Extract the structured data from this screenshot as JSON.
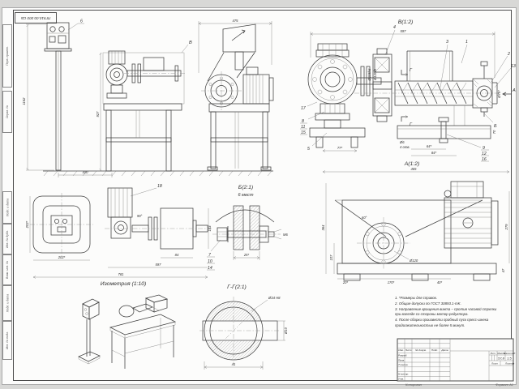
{
  "sheet": {
    "designation_stamp": "ПГ910.00.000 СБ",
    "margin_labels": [
      "Перв. примен.",
      "Справ. №",
      "Подп. и дата",
      "Инв. № дубл.",
      "Взам. инв. №",
      "Подп. и дата",
      "Инв. № подл."
    ],
    "copied_label": "Копировал",
    "format_label": "Формат",
    "format_value": "А1"
  },
  "views": {
    "panel_front": {
      "callout": "6",
      "dim_height": "1162",
      "dim_base": "420"
    },
    "machine_front": {
      "zone_label": "В",
      "dim_height": "927"
    },
    "machine_side": {
      "dim_width": "475"
    },
    "section_v": {
      "title": "В(1:2)",
      "dim_length": "597",
      "dim_shaft1": "Ø105h6",
      "dim_shaft2": "Ø120f9",
      "dim_nozzle": "Ø75*",
      "dim_beam": "70",
      "dim_left": "77*",
      "dim_mid1": "64*",
      "dim_mid2": "84*",
      "dim_holes": "Ø6",
      "dim_holes2": "4 отв.",
      "c1": "1",
      "c2": "2",
      "c3": "3",
      "c4": "4",
      "c5": "5",
      "c8": "8",
      "c9": "9",
      "c11": "11",
      "c12": "12",
      "c13": "13",
      "c15": "15",
      "c16": "16",
      "c17": "17",
      "mark_a": "А",
      "mark_b": "Б",
      "mark_g1": "Г",
      "mark_g2": "Г"
    },
    "view_a": {
      "title": "А(1:2)",
      "dim_length": "465",
      "dim_right": "279",
      "dim_left": "364",
      "dim_left2": "107",
      "dim_flange": "Ø120",
      "dim_angle": "60°",
      "dim_b1": "20*",
      "dim_b2": "170*",
      "dim_b3": "40*",
      "dim_foot": "47"
    },
    "top_view": {
      "callout": "18",
      "dim_side": "202*",
      "dim_bottom": "202*",
      "dim_angle": "90°",
      "dim_right": "103",
      "dim_1": "84",
      "dim_2": "597",
      "dim_3": "781"
    },
    "isometry": {
      "title": "Изометрия  (1:10)"
    },
    "detail_b": {
      "title": "Б(2:1)",
      "subtitle": "6 мест",
      "dim": "25*",
      "dim_thread": "М6",
      "c7": "7",
      "c10": "10",
      "c14": "14"
    },
    "section_g": {
      "title": "Г-Г(2:1)",
      "dim_d1": "Ø34 H8",
      "dim_d2": "Ø10",
      "dim_w": "41"
    }
  },
  "notes": {
    "line1": "1. *Размеры для справок.",
    "line2": "2. Общие допуски по ГОСТ 30893.1-mK.",
    "line3": "3. Направление вращения винта – против часовой стрелки",
    "line4": "    при взгляде со стороны мотор-редуктора.",
    "line5": "4. После сборки произвести пробный пуск пресс-шнека",
    "line6": "    продолжительностью не более 5 минут."
  },
  "title_block": {
    "col_izm": "Изм.",
    "col_list": "Лист",
    "col_doc": "№ докум.",
    "col_podp": "Подп.",
    "col_data": "Дата",
    "row_razrab": "Разраб.",
    "row_prov": "Пров.",
    "row_tkontr": "Т.контр.",
    "row_nkontr": "Н.контр.",
    "row_utv": "Утв.",
    "lit_label": "Лит.",
    "mass_label": "Масса",
    "scale_label": "Масштаб",
    "mass_value": "57,8",
    "scale_value": "1:5",
    "sheet_label": "Лист",
    "sheets_label": "Листов",
    "sheets_value": "1"
  }
}
